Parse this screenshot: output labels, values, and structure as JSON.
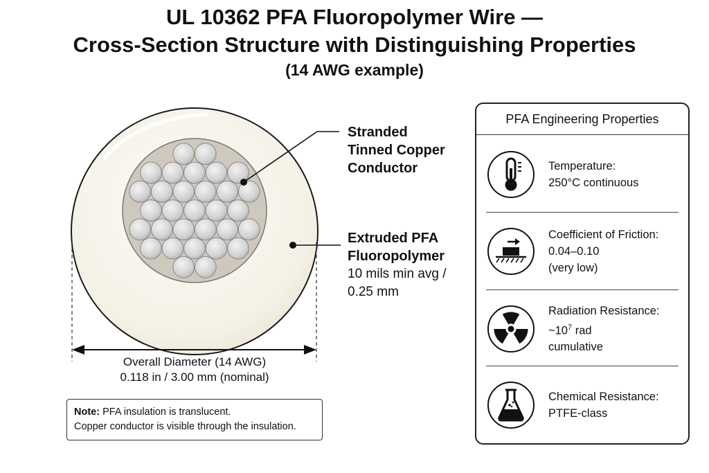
{
  "title": {
    "line1": "UL 10362 PFA Fluoropolymer Wire —",
    "line2": "Cross-Section Structure with Distinguishing Properties",
    "line3": "(14 AWG example)"
  },
  "conductor_label": {
    "lines": [
      "Stranded",
      "Tinned Copper",
      "Conductor"
    ]
  },
  "insulation_label": {
    "lines": [
      "Extruded PFA",
      "Fluoropolymer"
    ],
    "detail_lines": [
      "10 mils min avg /",
      "0.25 mm"
    ]
  },
  "dimension": {
    "line1": "Overall Diameter (14 AWG)",
    "line2": "0.118 in / 3.00 mm (nominal)"
  },
  "note": {
    "label": "Note:",
    "line1": "PFA insulation is translucent.",
    "line2": "Copper conductor is visible through the insulation."
  },
  "properties_panel": {
    "title": "PFA Engineering Properties",
    "items": [
      {
        "icon": "thermometer-icon",
        "lines": [
          "Temperature:",
          "250°C continuous"
        ]
      },
      {
        "icon": "friction-icon",
        "lines": [
          "Coefficient of Friction:",
          "0.04–0.10",
          "(very low)"
        ]
      },
      {
        "icon": "radiation-icon",
        "line1": "Radiation Resistance:",
        "line2_prefix": "~10",
        "line2_exp": "7",
        "line2_suffix": " rad",
        "line3": "cumulative"
      },
      {
        "icon": "flask-icon",
        "lines": [
          "Chemical Resistance:",
          "PTFE-class"
        ]
      }
    ]
  },
  "colors": {
    "insulation_fill": "#f6f4ec",
    "strand_fill": "#d4d4d4",
    "outline": "#1a1a1a"
  }
}
